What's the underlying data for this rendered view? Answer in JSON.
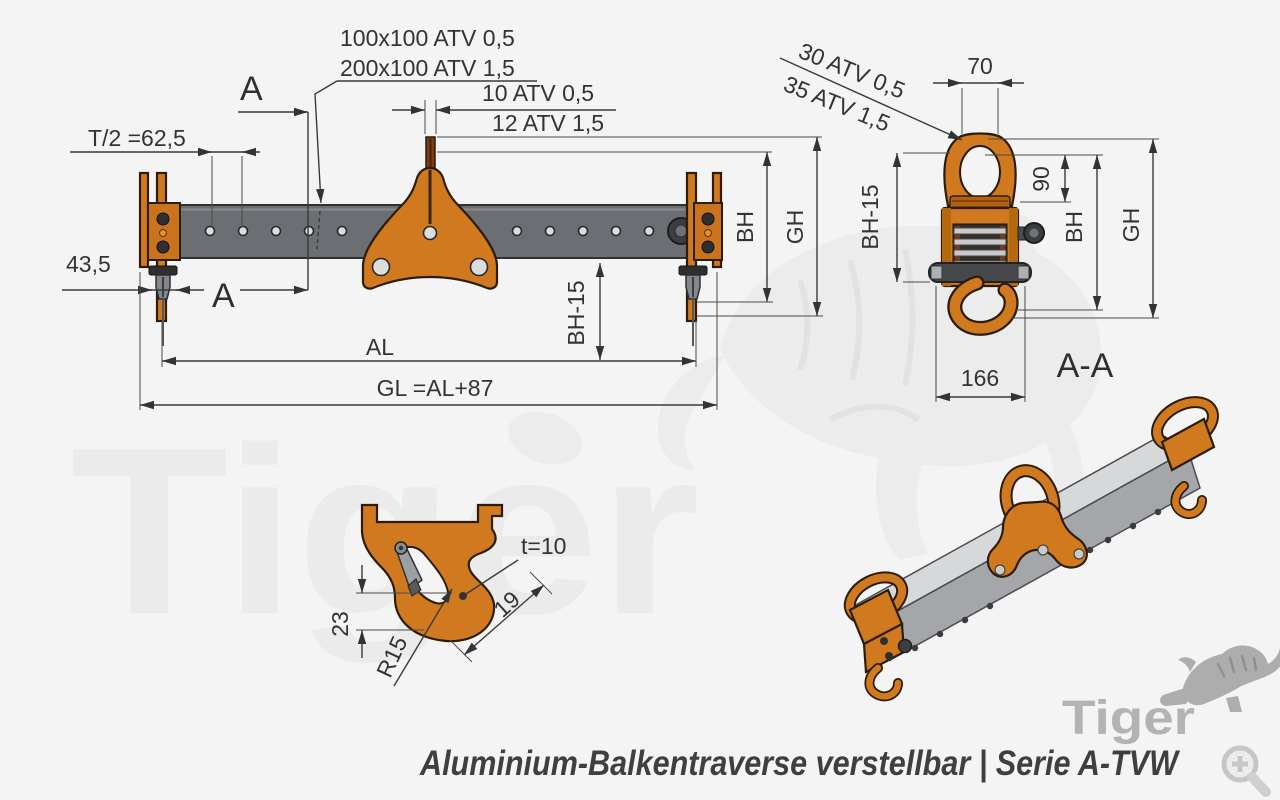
{
  "watermark": {
    "text": "Tiger"
  },
  "front_view": {
    "profile_label_top": "100x100 ATV 0,5",
    "profile_label_bottom": "200x100 ATV 1,5",
    "eyelet_label_top": "10  ATV 0,5",
    "eyelet_label_bottom": "12 ATV 1,5",
    "section_letter": "A",
    "dim_half_pitch": "T/2 =62,5",
    "dim_end_offset": "43,5",
    "dim_adjust_length": "AL",
    "dim_total_length": "GL =AL+87",
    "dim_beam_height": "BH",
    "dim_total_height": "GH",
    "dim_hook_height": "BH-15"
  },
  "section_view": {
    "title": "A-A",
    "plate_label_top": "30  ATV 0,5",
    "plate_label_bottom": "35  ATV 1,5",
    "dim_eyelet_width": "70",
    "dim_90": "90",
    "dim_hook_height": "BH-15",
    "dim_beam_height": "BH",
    "dim_total_height": "GH",
    "dim_width": "166"
  },
  "detail_view": {
    "dim_thickness": "t=10",
    "dim_23": "23",
    "dim_radius": "R15",
    "dim_19": "19"
  },
  "footer": {
    "caption": "Aluminium-Balkentraverse verstellbar | Serie A-TVW"
  },
  "brand": {
    "name": "Tiger"
  },
  "colors": {
    "accent_orange": "#d0791f",
    "beam_gray": "#6b6e72",
    "dimension_line": "#3a3a3a",
    "watermark": "#ebebeb",
    "logo_gray": "#b3b3b3",
    "background": "#f4f4f4"
  }
}
